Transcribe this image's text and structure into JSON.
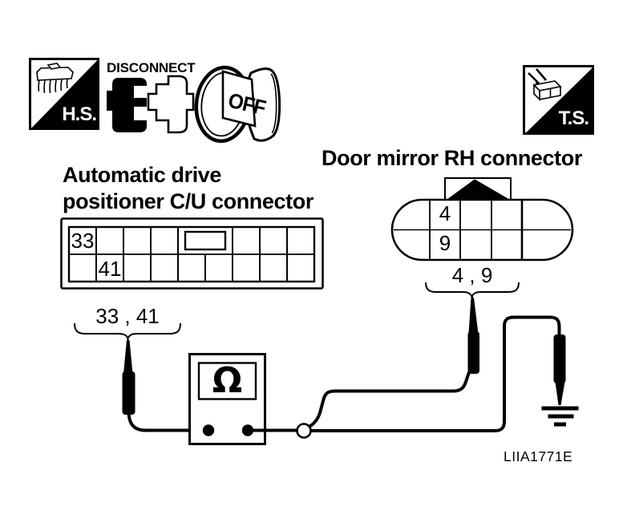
{
  "figure": {
    "code": "LIIA1771E"
  },
  "palette": {
    "ink": "#000000",
    "paper": "#ffffff"
  },
  "badges": {
    "hs": {
      "label": "H.S.",
      "icon": "hand-glove-icon"
    },
    "ts": {
      "label": "T.S.",
      "icon": "terminal-box-icon"
    },
    "disconnect": {
      "label": "DISCONNECT",
      "icon": "connector-pair-icon"
    },
    "ignition_key": {
      "label": "OFF",
      "icon": "ignition-key-off-icon"
    }
  },
  "connectors": {
    "adp": {
      "title": [
        "Automatic drive",
        "positioner C/U connector"
      ],
      "pins": {
        "top_row": "33",
        "bottom_row": "41"
      },
      "terminals_label": "33 , 41",
      "grid": {
        "rows": 2,
        "columns": 9
      }
    },
    "mirror": {
      "title": "Door mirror RH connector",
      "pins": {
        "top_row": "4",
        "bottom_row": "9"
      },
      "terminals_label": "4 , 9"
    }
  },
  "meter": {
    "type": "ohmmeter",
    "display_symbol": "Ω"
  },
  "ground": {
    "symbol": "earth-ground"
  }
}
